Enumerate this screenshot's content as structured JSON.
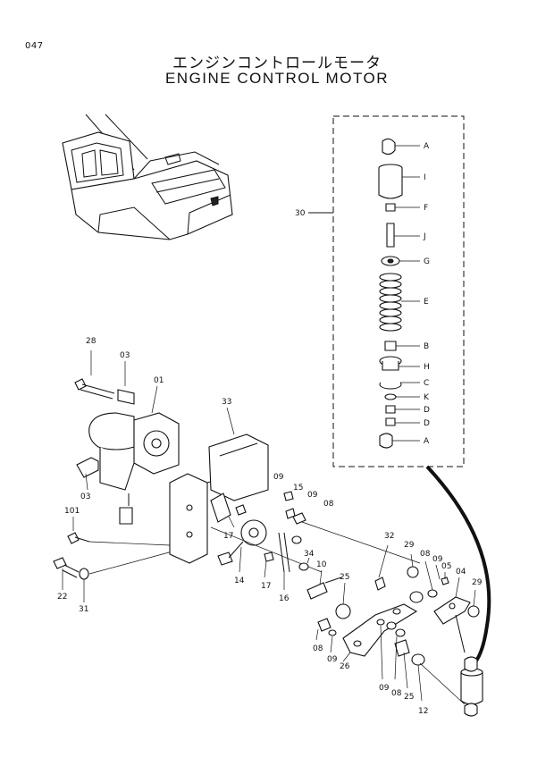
{
  "page": {
    "number": "047",
    "title_jp": "エンジンコントロールモータ",
    "title_en": "ENGINE CONTROL MOTOR"
  },
  "callouts": {
    "inset": [
      "A",
      "I",
      "F",
      "J",
      "G",
      "E",
      "B",
      "H",
      "C",
      "K",
      "D",
      "D",
      "A"
    ],
    "assembly": "30",
    "main": [
      "28",
      "03",
      "01",
      "33",
      "03",
      "101",
      "22",
      "31",
      "09",
      "15",
      "09",
      "08",
      "17",
      "14",
      "17",
      "16",
      "34",
      "10",
      "32",
      "29",
      "08",
      "09",
      "05",
      "04",
      "29",
      "25",
      "26",
      "09",
      "08",
      "09",
      "08",
      "25",
      "12"
    ]
  }
}
